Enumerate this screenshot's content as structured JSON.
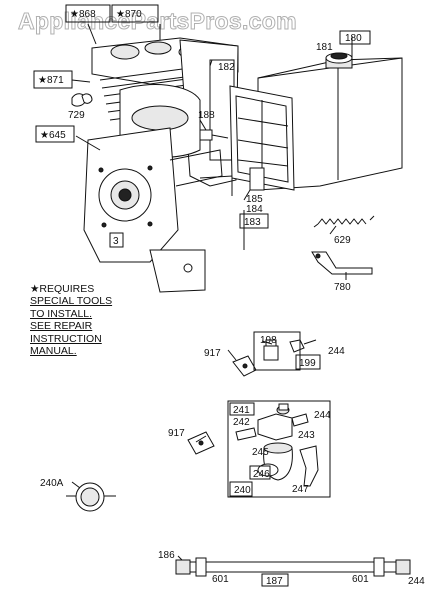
{
  "watermark": "AppliancePartsPros.com",
  "note": {
    "star_line": "★REQUIRES",
    "lines": [
      "SPECIAL TOOLS",
      "TO INSTALL.",
      "SEE REPAIR",
      "INSTRUCTION",
      "MANUAL."
    ]
  },
  "labels": {
    "p868": "★868",
    "p870": "★870",
    "p871": "★871",
    "p729": "729",
    "p645": "★645",
    "p3": "3",
    "p182": "182",
    "p181": "181",
    "p180": "180",
    "p188": "188",
    "p185": "185",
    "p184": "184",
    "p183": "183",
    "p629": "629",
    "p780": "780",
    "p917a": "917",
    "p198": "198",
    "p244a": "244",
    "p199": "199",
    "p917b": "917",
    "p241": "241",
    "p242": "242",
    "p244b": "244",
    "p243": "243",
    "p245": "245",
    "p246": "246",
    "p240": "240",
    "p247": "247",
    "p240A": "240A",
    "p186": "186",
    "p601a": "601",
    "p187": "187",
    "p601b": "601",
    "p244c": "244"
  }
}
